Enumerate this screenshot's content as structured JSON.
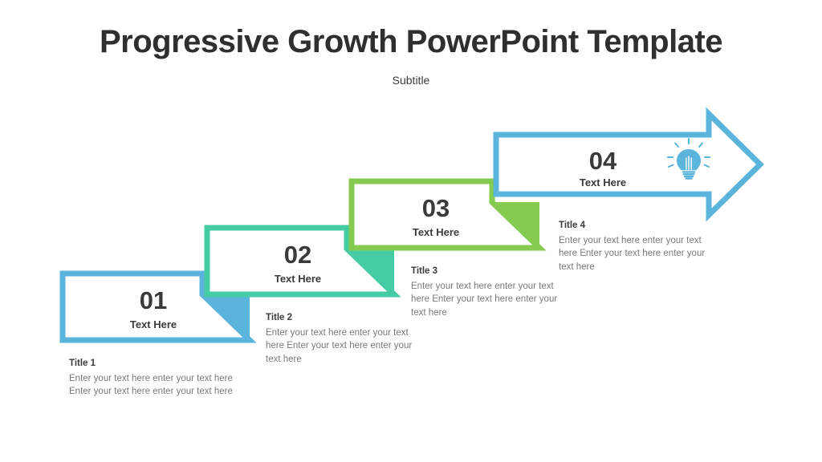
{
  "slide": {
    "title": "Progressive Growth PowerPoint Template",
    "subtitle": "Subtitle",
    "background": "#ffffff"
  },
  "palette": {
    "blue": "#5BB4DC",
    "teal": "#46CCA4",
    "green": "#84CB4F",
    "number_text": "#3a3a3a",
    "body_text": "#7a7a7a",
    "title_text": "#2f2f2f"
  },
  "steps": [
    {
      "number": "01",
      "label": "Text Here",
      "color": "#5BB4DC",
      "caption_title": "Title 1",
      "caption_body": "Enter your text here enter your text here Enter your text here enter your text here",
      "icon": null
    },
    {
      "number": "02",
      "label": "Text Here",
      "color": "#46CCA4",
      "caption_title": "Title 2",
      "caption_body": "Enter your text here enter your text here Enter your text here enter your text here",
      "icon": null
    },
    {
      "number": "03",
      "label": "Text Here",
      "color": "#84CB4F",
      "caption_title": "Title 3",
      "caption_body": "Enter your text here enter your text here Enter your text here enter your text here",
      "icon": null
    },
    {
      "number": "04",
      "label": "Text Here",
      "color": "#5BB4DC",
      "caption_title": "Title 4",
      "caption_body": "Enter your text here enter your text here Enter your text here enter your text here",
      "icon": "lightbulb-icon"
    }
  ]
}
